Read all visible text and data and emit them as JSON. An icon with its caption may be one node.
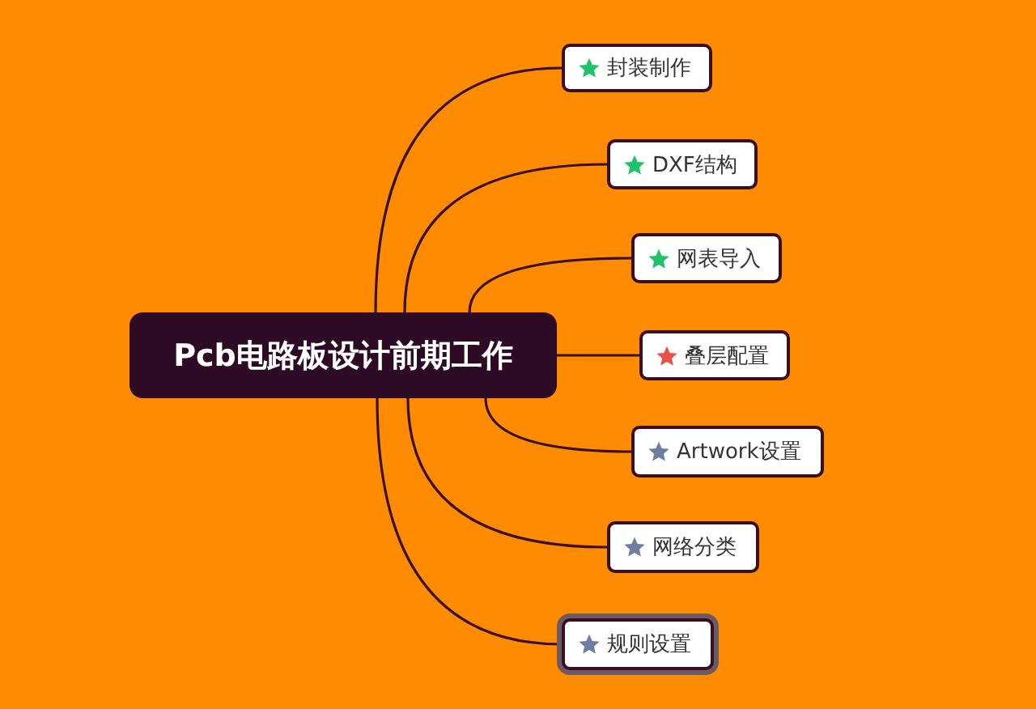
{
  "diagram": {
    "nodes": [
      {
        "text": [
          "Pcb电路板设计前期工作"
        ]
      },
      {
        "text": [
          "封装制作"
        ]
      },
      {
        "text": [
          "DXF结构"
        ]
      },
      {
        "text": [
          "网表导入"
        ]
      },
      {
        "text": [
          "叠层配置"
        ]
      },
      {
        "text": [
          "Artwork设置"
        ]
      },
      {
        "text": [
          "网络分类"
        ]
      },
      {
        "text": [
          "规则设置"
        ]
      }
    ],
    "edges": [
      {
        "from": 0,
        "to": 1,
        "arrow": "none"
      },
      {
        "from": 0,
        "to": 2,
        "arrow": "none"
      },
      {
        "from": 0,
        "to": 3,
        "arrow": "none"
      },
      {
        "from": 0,
        "to": 4,
        "arrow": "none"
      },
      {
        "from": 0,
        "to": 5,
        "arrow": "none"
      },
      {
        "from": 0,
        "to": 6,
        "arrow": "none"
      },
      {
        "from": 0,
        "to": 7,
        "arrow": "none"
      }
    ]
  }
}
